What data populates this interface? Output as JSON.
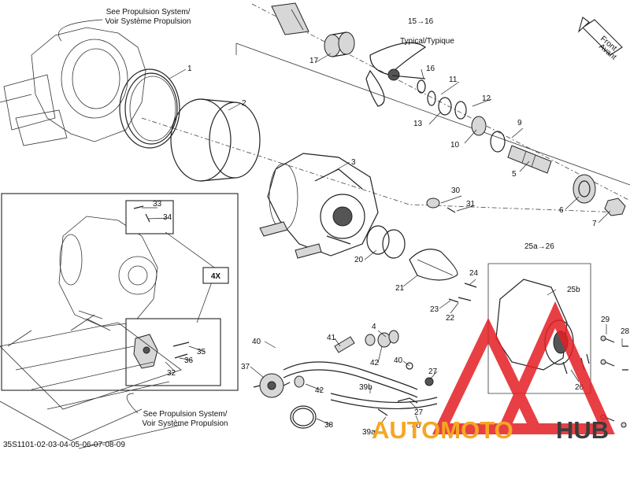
{
  "notes": {
    "propulsion_top": [
      "See Propulsion System/",
      "Voir Système Propulsion"
    ],
    "propulsion_bottom": [
      "See Propulsion System/",
      "Voir Système Propulsion"
    ],
    "typical": "Typical/Typique",
    "front": [
      "Front",
      "Avant"
    ],
    "quantity_badge": "4X",
    "footer_code": "35S1101-02-03-04-05-06-07-08-09"
  },
  "watermark": {
    "part1": "AUTOMOTO",
    "part2": "HUB",
    "color_main": "#e31e24",
    "color_accent": "#f6a623",
    "color_dark": "#3c3c3c"
  },
  "callouts": [
    "1",
    "2",
    "3",
    "4",
    "5",
    "6",
    "7",
    "9",
    "10",
    "11",
    "12",
    "13",
    "15→16",
    "16",
    "17",
    "20",
    "21",
    "22",
    "23",
    "24",
    "25a→26",
    "25b",
    "26",
    "27",
    "27",
    "28",
    "29",
    "30",
    "31",
    "32",
    "33",
    "34",
    "35",
    "36",
    "37",
    "38",
    "39a",
    "39b",
    "40",
    "40",
    "40",
    "41",
    "42",
    "42"
  ]
}
